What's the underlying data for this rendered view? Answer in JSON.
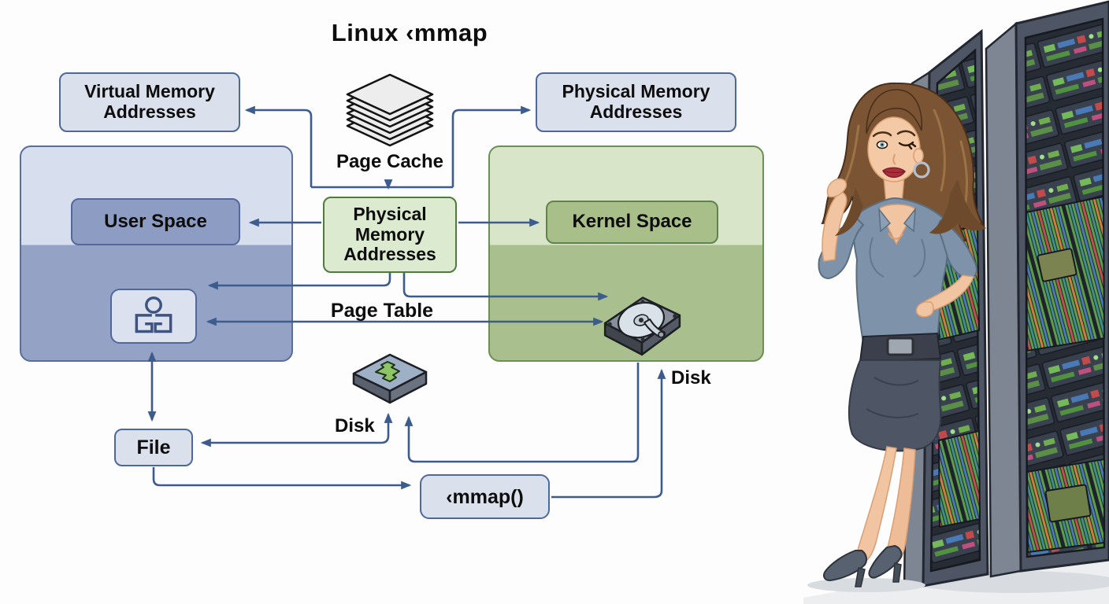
{
  "title": "Linux ‹mmap",
  "diagram": {
    "virtual_memory_label": "Virtual Memory Addresses",
    "physical_memory_top_label": "Physical Memory Addresses",
    "page_cache_label": "Page Cache",
    "user_space_label": "User Space",
    "kernel_space_label": "Kernel Space",
    "physical_memory_center_label": "Physical Memory Addresses",
    "page_table_label": "Page Table",
    "disk_center_label": "Disk",
    "disk_right_label": "Disk",
    "file_label": "File",
    "mmap_label": "‹mmap()"
  },
  "icons": [
    "page-cache-stack-icon",
    "process-icon",
    "hard-disk-icon",
    "disk-module-icon",
    "server-rack-illustration",
    "woman-illustration"
  ],
  "colors": {
    "arrow": "#3c5c8e",
    "blue_box_fill": "#dbe0ed",
    "blue_box_border": "#4d689b",
    "left_region_top": "#d7deee",
    "left_region_bottom": "#93a2c5",
    "user_space_fill": "#8c9cc2",
    "green_region_top": "#d9e5c9",
    "green_region_bottom": "#a9bf8e",
    "kernel_space_fill": "#a8bf8a",
    "center_green_fill": "#dcead0",
    "center_green_border": "#4f7b3b",
    "rack_body": "#4e5666",
    "rack_recess": "#262b34",
    "hair": "#7a5433",
    "skin": "#f2c5a2",
    "blouse": "#7e93a9",
    "skirt": "#4e5665"
  }
}
